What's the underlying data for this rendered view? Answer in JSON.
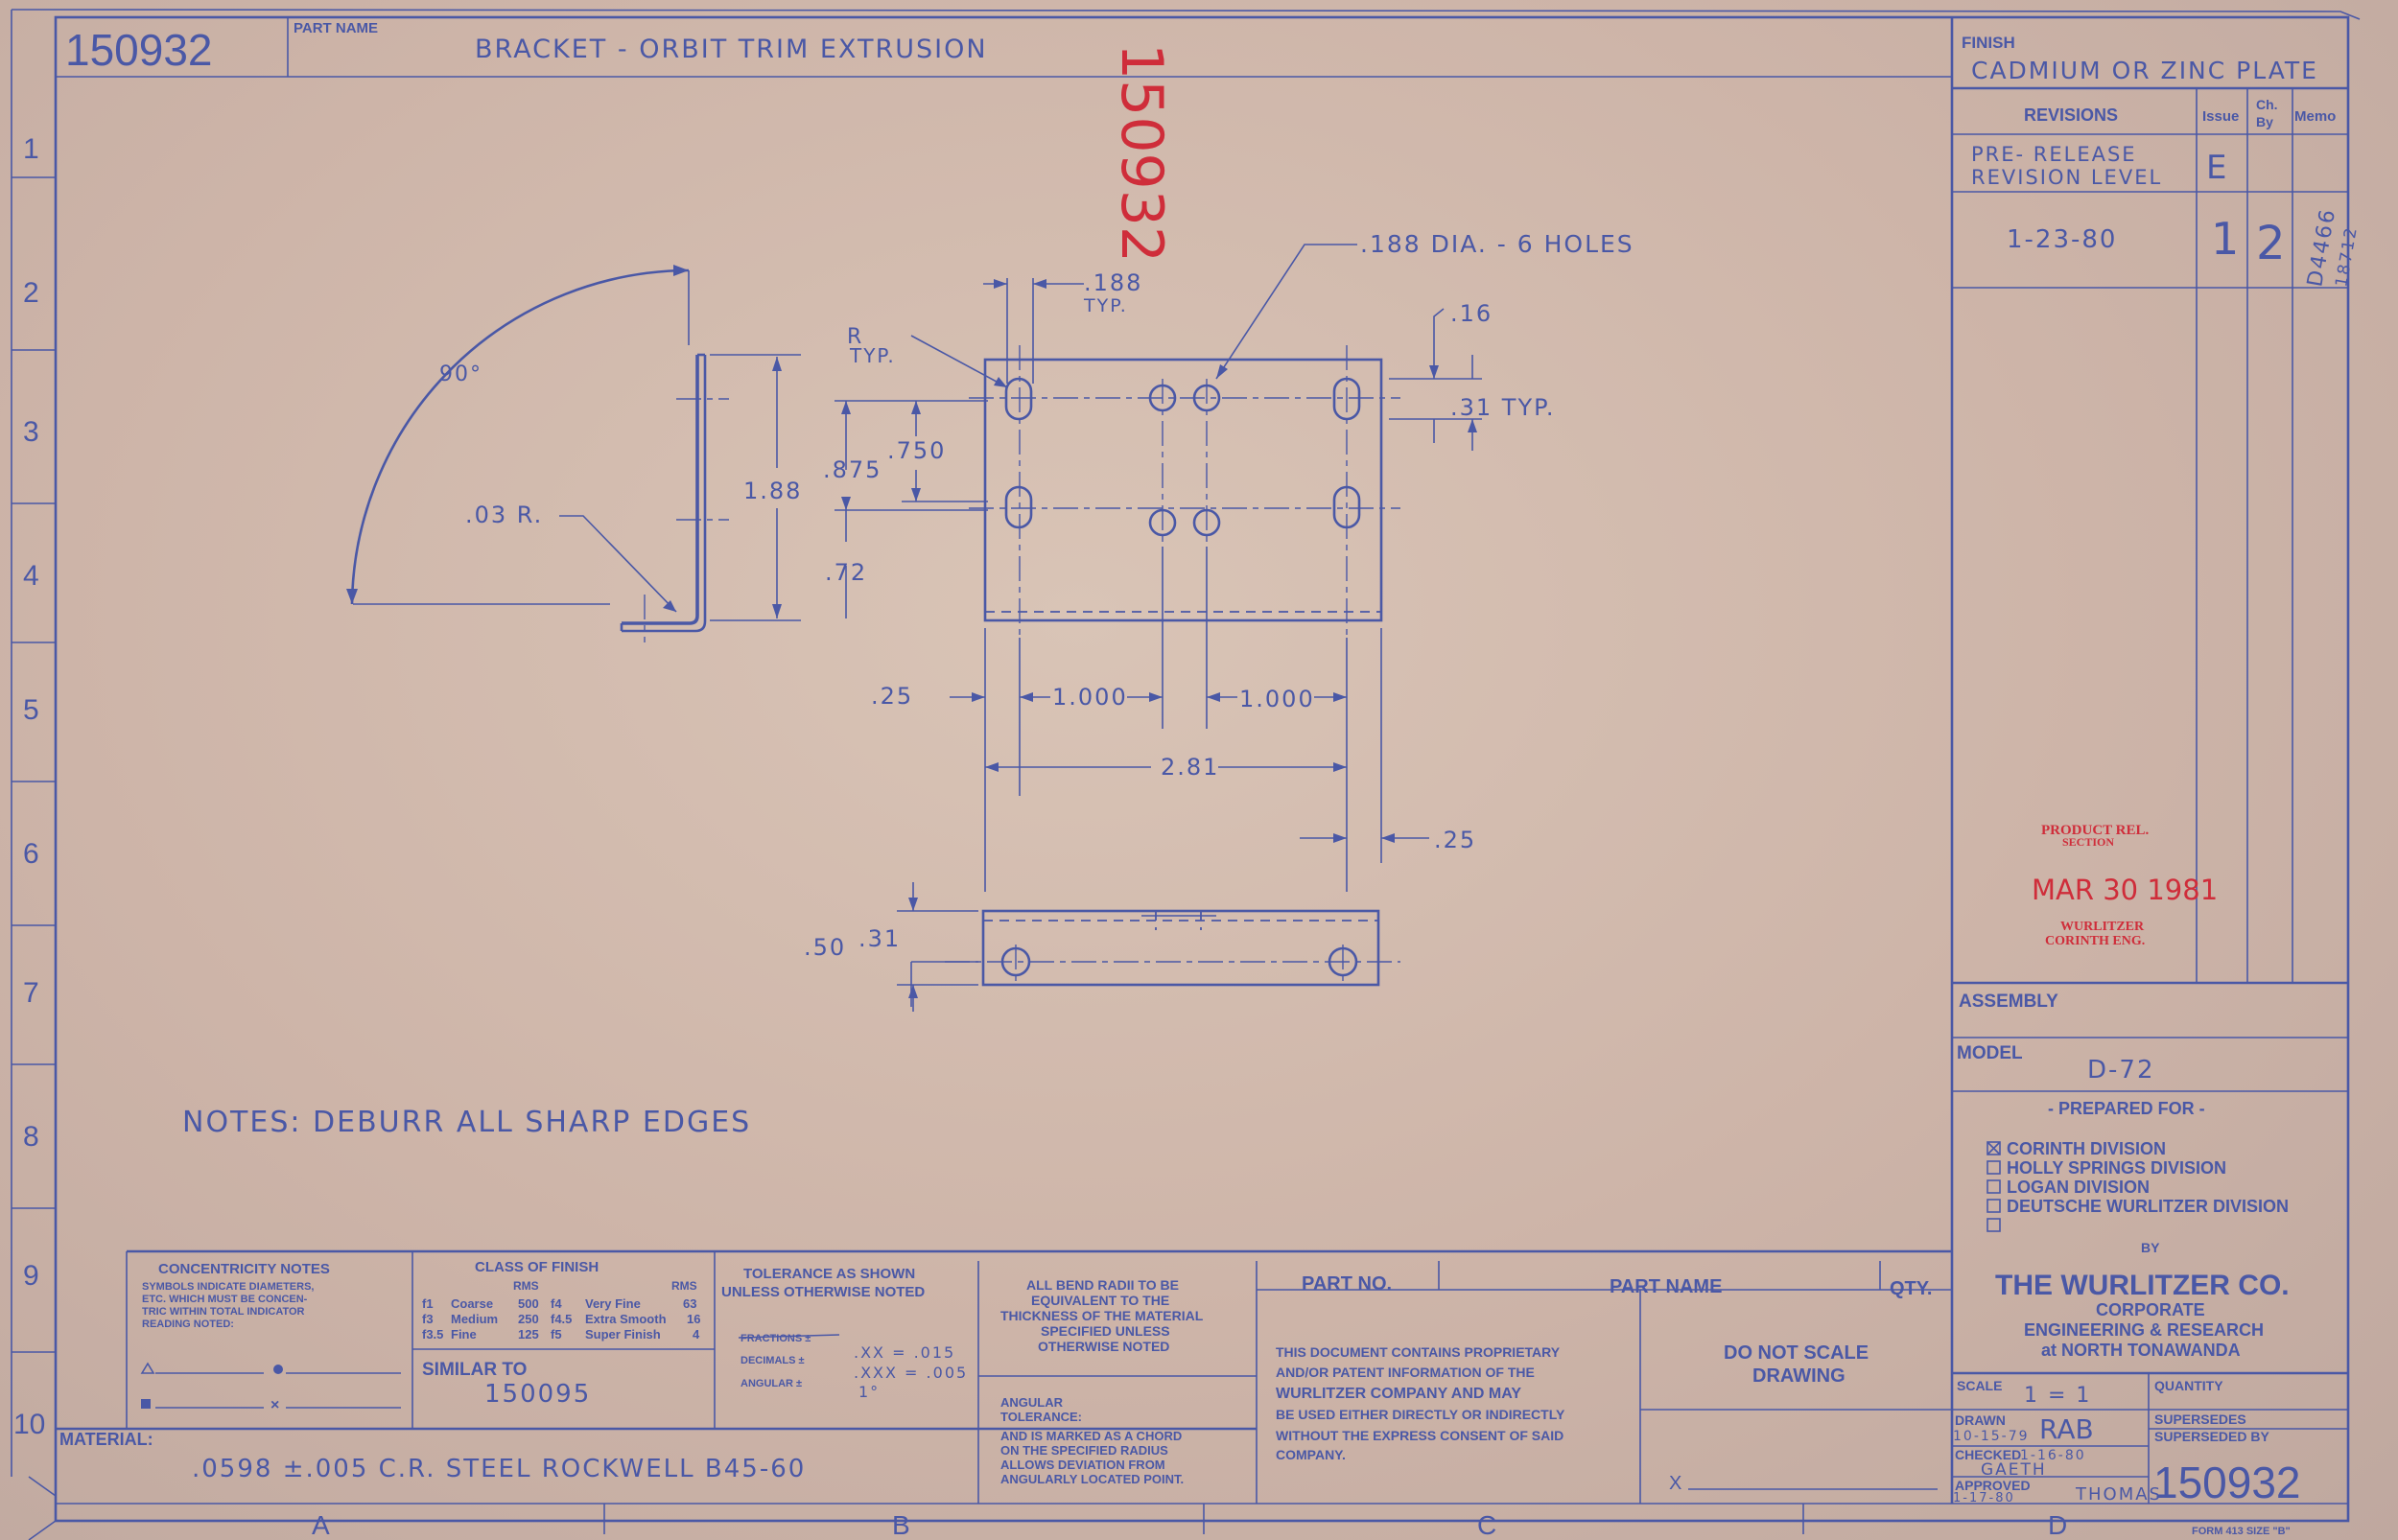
{
  "title_block": {
    "part_number": "150932",
    "part_name_label": "PART NAME",
    "part_name": "BRACKET - ORBIT TRIM EXTRUSION",
    "finish_label": "FINISH",
    "finish": "CADMIUM OR ZINC PLATE"
  },
  "revisions": {
    "header": "REVISIONS",
    "issue_label": "Issue",
    "ch_label": "Ch.",
    "by_label": "By",
    "memo_label": "Memo",
    "pre_release_1": "PRE- RELEASE",
    "pre_release_2": "REVISION LEVEL",
    "level": "E",
    "date": "1-23-80",
    "issue": "1",
    "ch_by": "2",
    "memo": "D4466",
    "memo2": "18712"
  },
  "red_number": "150932",
  "stamp": {
    "line1": "PRODUCT REL.",
    "line2": "SECTION",
    "date": "MAR 30 1981",
    "line3": "WURLITZER",
    "line4": "CORINTH ENG."
  },
  "dims": {
    "angle": "90°",
    "radius": ".03 R.",
    "r_typ_1": "R",
    "r_typ_2": "TYP.",
    "hole_spacing": ".188",
    "hole_spacing_typ": "TYP.",
    "holes_note": ".188 DIA. - 6 HOLES",
    "d_16": ".16",
    "d_31typ": ".31 TYP.",
    "d_188": "1.88",
    "d_875": ".875",
    "d_750": ".750",
    "d_72": ".72",
    "d_25a": ".25",
    "d_1000a": "1.000",
    "d_1000b": "1.000",
    "d_281": "2.81",
    "d_25b": ".25",
    "d_50": ".50",
    "d_31": ".31"
  },
  "notes": "NOTES: DEBURR ALL SHARP EDGES",
  "zones_rows": [
    "1",
    "2",
    "3",
    "4",
    "5",
    "6",
    "7",
    "8",
    "9",
    "10"
  ],
  "zones_cols": [
    "A",
    "B",
    "C",
    "D"
  ],
  "right_panel": {
    "assembly_label": "ASSEMBLY",
    "model_label": "MODEL",
    "model": "D-72",
    "prepared_for": "- PREPARED FOR -",
    "divisions": [
      "CORINTH DIVISION",
      "HOLLY SPRINGS DIVISION",
      "LOGAN DIVISION",
      "DEUTSCHE WURLITZER DIVISION",
      ""
    ],
    "by": "BY",
    "company": "THE WURLITZER CO.",
    "corporate": "CORPORATE",
    "eng": "ENGINEERING & RESEARCH",
    "location": "at NORTH TONAWANDA",
    "scale_label": "SCALE",
    "scale": "1 = 1",
    "quantity_label": "QUANTITY",
    "drawn_label": "DRAWN",
    "drawn_date": "10-15-79",
    "drawn_by": "RAB",
    "supersedes_label": "SUPERSEDES",
    "superseded_label": "SUPERSEDED BY",
    "checked_label": "CHECKED",
    "checked_date": "1-16-80",
    "checked_by": "GAETH",
    "approved_label": "APPROVED",
    "approved_date": "1-17-80",
    "approved_by": "THOMAS",
    "big_number": "150932",
    "form": "FORM 413 SIZE \"B\""
  },
  "bottom": {
    "conc_title": "CONCENTRICITY NOTES",
    "conc_1": "SYMBOLS INDICATE DIAMETERS,",
    "conc_2": "ETC. WHICH MUST BE CONCEN-",
    "conc_3": "TRIC WITHIN TOTAL INDICATOR",
    "conc_4": "READING NOTED:",
    "finish_title": "CLASS OF FINISH",
    "rms": "RMS",
    "f_rows": [
      [
        "f1",
        "Coarse",
        "500",
        "f4",
        "Very Fine",
        "63"
      ],
      [
        "f3",
        "Medium",
        "250",
        "f4.5",
        "Extra Smooth",
        "16"
      ],
      [
        "f3.5",
        "Fine",
        "125",
        "f5",
        "Super Finish",
        "4"
      ]
    ],
    "similar_label": "SIMILAR TO",
    "similar": "150095",
    "tol_1": "TOLERANCE AS SHOWN",
    "tol_2": "UNLESS OTHERWISE NOTED",
    "fractions": "FRACTIONS ±",
    "decimals": "DECIMALS ±",
    "angular": "ANGULAR ±",
    "xx": ".XX = .015",
    "xxx": ".XXX = .005",
    "ang": "1°",
    "bend_1": "ALL BEND RADII TO BE",
    "bend_2": "EQUIVALENT TO THE",
    "bend_3": "THICKNESS OF THE MATERIAL",
    "bend_4": "SPECIFIED UNLESS",
    "bend_5": "OTHERWISE NOTED",
    "ang_1": "ANGULAR",
    "ang_2": "TOLERANCE:",
    "ang_3": "AND IS MARKED AS A CHORD",
    "ang_4": "ON THE SPECIFIED RADIUS",
    "ang_5": "ALLOWS DEVIATION FROM",
    "ang_6": "ANGULARLY LOCATED POINT.",
    "part_no": "PART NO.",
    "part_name": "PART NAME",
    "qty": "QTY.",
    "prop_1": "THIS DOCUMENT CONTAINS PROPRIETARY",
    "prop_2": "AND/OR PATENT INFORMATION OF THE",
    "prop_3": "WURLITZER COMPANY AND MAY",
    "prop_4": "BE USED EITHER DIRECTLY OR INDIRECTLY",
    "prop_5": "WITHOUT THE EXPRESS CONSENT OF SAID",
    "prop_6": "COMPANY.",
    "noscale_1": "DO NOT SCALE",
    "noscale_2": "DRAWING",
    "x_mark": "X",
    "material_label": "MATERIAL:",
    "material": ".0598 ±.005 C.R. STEEL ROCKWELL B45-60"
  }
}
